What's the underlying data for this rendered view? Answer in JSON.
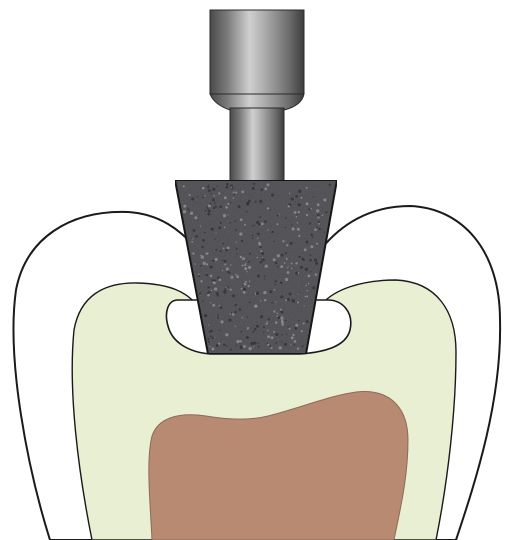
{
  "diagram": {
    "colors": {
      "background": "#ffffff",
      "outline": "#1a1a1a",
      "enamel": "#ffffff",
      "dentin": "#e9efd3",
      "pulp": "#b98a72",
      "shank_dark": "#4b4b4b",
      "shank_light": "#bdbdbd",
      "bur_head": "#5a5a5f",
      "cavity": "#ffffff"
    },
    "parts": [
      "bur-shank",
      "bur-neck",
      "bur-head",
      "tooth-enamel",
      "tooth-dentin",
      "pulp-chamber",
      "cavity-preparation"
    ]
  }
}
